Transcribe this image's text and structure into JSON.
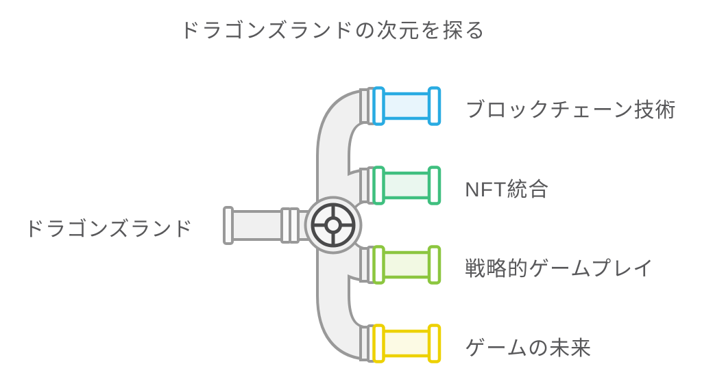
{
  "title": "ドラゴンズランドの次元を探る",
  "root": {
    "label": "ドラゴンズランド"
  },
  "branches": [
    {
      "label": "ブロックチェーン技術",
      "stroke": "#29ABE2",
      "fill": "#E8F5FC"
    },
    {
      "label": "NFT統合",
      "stroke": "#3FBF7F",
      "fill": "#EAF7EF"
    },
    {
      "label": "戦略的ゲームプレイ",
      "stroke": "#8CC63F",
      "fill": "#F2F9E3"
    },
    {
      "label": "ゲームの未来",
      "stroke": "#EDD100",
      "fill": "#FCFAE4"
    }
  ],
  "colors": {
    "background": "#ffffff",
    "text_color": "#58585A",
    "pipe_outline": "#999999",
    "pipe_fill": "#f0f0f0",
    "valve_dark": "#4a4a4b"
  }
}
